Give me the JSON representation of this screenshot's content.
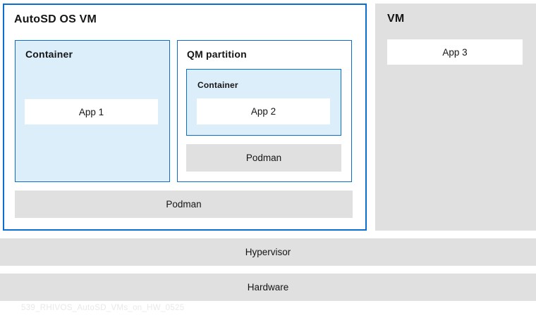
{
  "colors": {
    "border-blue": "#0a6ed1",
    "fill-light-blue": "#ddeefb",
    "fill-gray": "#e0e0e0",
    "text-dark": "#151515",
    "caption-gray": "#e9e9e9",
    "bg-white": "#ffffff"
  },
  "diagram": {
    "autosd": {
      "title": "AutoSD OS VM",
      "container": {
        "title": "Container",
        "app1": "App 1"
      },
      "qm": {
        "title": "QM partition",
        "container": {
          "title": "Container",
          "app2": "App 2"
        },
        "podman": "Podman"
      },
      "podman": "Podman"
    },
    "vm": {
      "title": "VM",
      "app3": "App 3"
    },
    "layers": {
      "hypervisor": "Hypervisor",
      "hardware": "Hardware"
    },
    "caption": "539_RHIVOS_AutoSD_VMs_on_HW_0525"
  }
}
